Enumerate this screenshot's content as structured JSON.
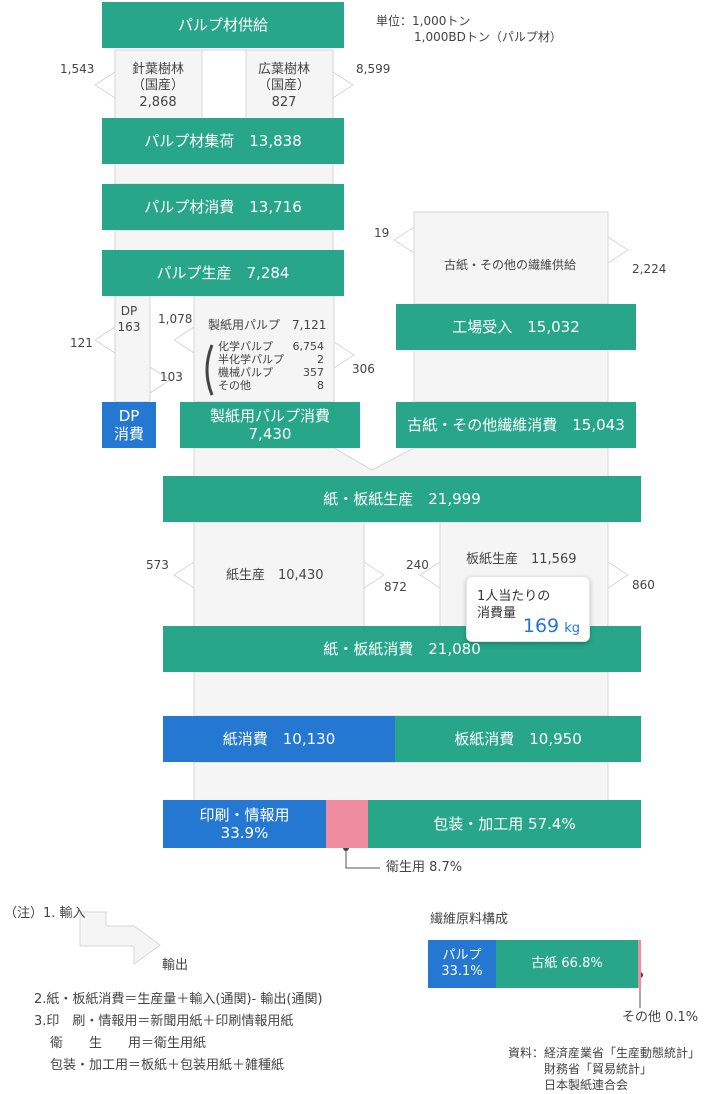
{
  "unit": {
    "line1": "単位：1,000トン",
    "line2": "1,000BDトン（パルプ材）"
  },
  "boxes": {
    "pulp_wood_supply": "パルプ材供給",
    "pulp_wood_collection": "パルプ材集荷　13,838",
    "pulp_wood_consumption": "パルプ材消費　13,716",
    "pulp_production": "パルプ生産　7,284",
    "dp_consumption_1": "DP",
    "dp_consumption_2": "消費",
    "papermaking_pulp_consumption_1": "製紙用パルプ消費",
    "papermaking_pulp_consumption_2": "7,430",
    "factory_receipt": "工場受入　15,032",
    "wastepaper_consumption": "古紙・その他繊維消費　15,043",
    "paper_board_production": "紙・板紙生産　21,999",
    "paper_board_consumption": "紙・板紙消費　21,080",
    "paper_consumption": "紙消費　10,130",
    "board_consumption": "板紙消費　10,950",
    "printing_1": "印刷・情報用",
    "printing_2": "33.9%",
    "packaging": "包装・加工用 57.4%"
  },
  "labels": {
    "softwood_1": "針葉樹林",
    "softwood_2": "（国産）",
    "softwood_3": "2,868",
    "hardwood_1": "広葉樹林",
    "hardwood_2": "（国産）",
    "hardwood_3": "827",
    "import_softwood": "1,543",
    "import_hardwood": "8,599",
    "dp_label_1": "DP",
    "dp_label_2": "163",
    "dp_import": "121",
    "dp_export": "103",
    "pulp_import": "1,078",
    "pulp_export": "306",
    "papermaking_pulp": "製紙用パルプ　7,121",
    "chem_pulp": "化学パルプ",
    "chem_val": "6,754",
    "semichem_pulp": "半化学パルプ",
    "semichem_val": "2",
    "mech_pulp": "機械パルプ",
    "mech_val": "357",
    "other_pulp": "その他",
    "other_val": "8",
    "wastepaper_supply": "古紙・その他の繊維供給",
    "wp_import": "19",
    "wp_export": "2,224",
    "paper_production": "紙生産　10,430",
    "board_production": "板紙生産　11,569",
    "paper_import": "573",
    "paper_export": "872",
    "board_import": "240",
    "board_export": "860",
    "sanitary": "衛生用 8.7%"
  },
  "callout": {
    "line1": "1人当たりの",
    "line2": "消費量",
    "value": "169",
    "unit": "kg"
  },
  "notes": {
    "prefix": "（注）1. 輸入",
    "export": "輸出",
    "n2": "2.紙・板紙消費＝生産量＋輸入(通関)- 輸出(通関)",
    "n3a": "3.印　刷・情報用＝新聞用紙＋印刷情報用紙",
    "n3b": "衛　　生　　用＝衛生用紙",
    "n3c": "包装・加工用＝板紙＋包装用紙＋雑種紙"
  },
  "fiber": {
    "title": "繊維原料構成",
    "pulp_1": "パルプ",
    "pulp_2": "33.1%",
    "wastepaper": "古紙 66.8%",
    "other": "その他 0.1%"
  },
  "source": {
    "line1": "資料：経済産業省「生産動態統計」",
    "line2": "財務省「貿易統計」",
    "line3": "日本製紙連合会"
  },
  "colors": {
    "green": "#27a68a",
    "blue": "#2478d2",
    "pink": "#f08ca0",
    "band": "#f5f5f5",
    "band_edge": "#d6d6d6"
  }
}
